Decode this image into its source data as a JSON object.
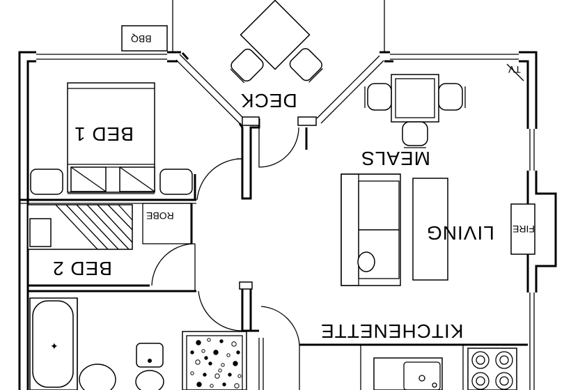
{
  "rooms": {
    "bed1": "BED 1",
    "bed2": "BED 2",
    "robe": "ROBE",
    "deck": "DECK",
    "bbq": "BBQ",
    "meals": "MEALS",
    "living": "LIVING",
    "fire": "FIRE",
    "tv": "TV",
    "kitchenette": "KITCHENETTE"
  }
}
